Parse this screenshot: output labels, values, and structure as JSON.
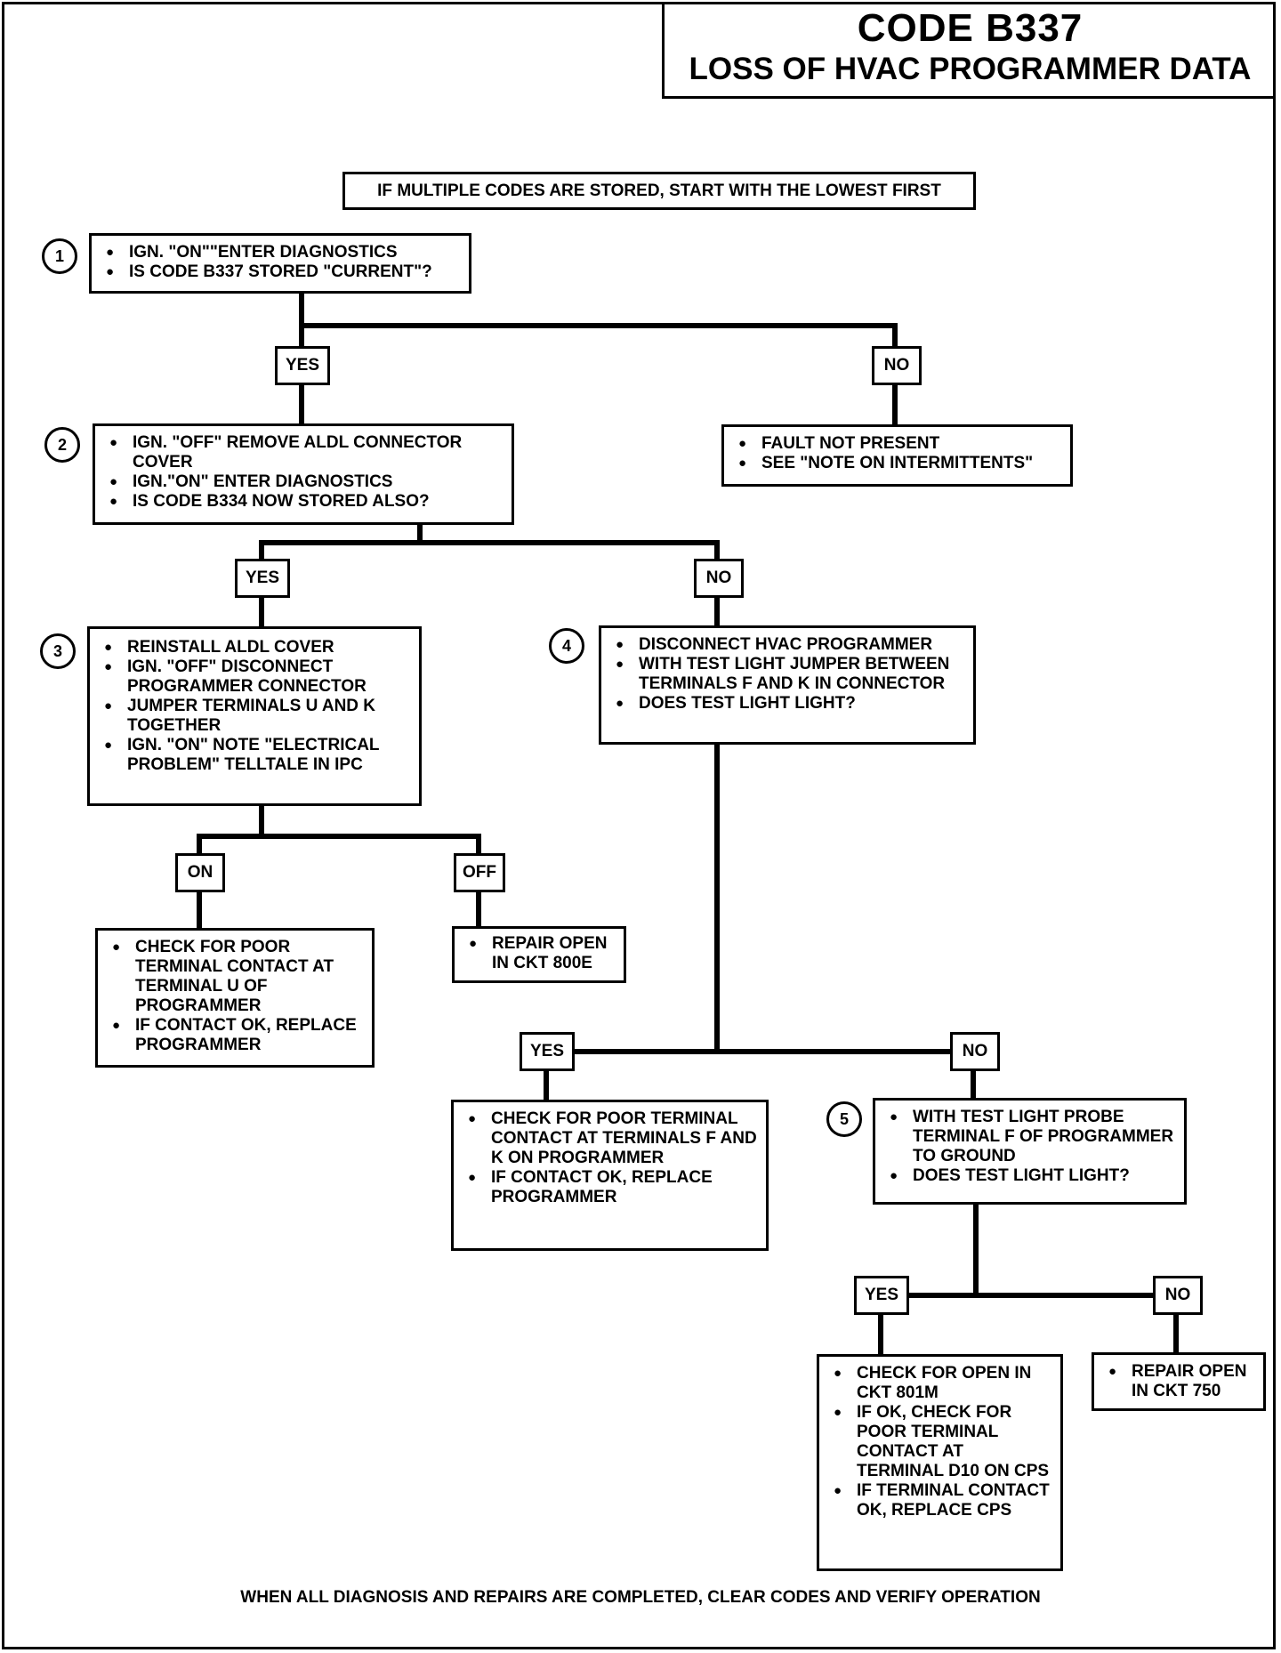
{
  "title": {
    "code": "CODE B337",
    "subtitle": "LOSS OF HVAC PROGRAMMER DATA"
  },
  "banner": "IF MULTIPLE CODES ARE STORED, START WITH THE LOWEST FIRST",
  "steps": {
    "s1": {
      "num": "1",
      "items": [
        "IGN. \"ON\"\"ENTER DIAGNOSTICS",
        "IS CODE B337 STORED \"CURRENT\"?"
      ]
    },
    "s2": {
      "num": "2",
      "items": [
        "IGN. \"OFF\" REMOVE ALDL CONNECTOR COVER",
        "IGN.\"ON\" ENTER DIAGNOSTICS",
        "IS CODE B334 NOW STORED ALSO?"
      ]
    },
    "s3": {
      "num": "3",
      "items": [
        "REINSTALL ALDL COVER",
        "IGN. \"OFF\" DISCONNECT PROGRAMMER CONNECTOR",
        "JUMPER TERMINALS U AND K TOGETHER",
        "IGN. \"ON\" NOTE \"ELECTRICAL PROBLEM\" TELLTALE IN IPC"
      ]
    },
    "s4": {
      "num": "4",
      "items": [
        "DISCONNECT HVAC PROGRAMMER",
        "WITH TEST LIGHT JUMPER BETWEEN TERMINALS F AND K IN CONNECTOR",
        "DOES TEST LIGHT LIGHT?"
      ]
    },
    "s5": {
      "num": "5",
      "items": [
        "WITH TEST LIGHT PROBE TERMINAL F OF PROGRAMMER TO GROUND",
        "DOES TEST LIGHT LIGHT?"
      ]
    }
  },
  "results": {
    "fault_not_present": [
      "FAULT NOT PRESENT",
      "SEE \"NOTE ON INTERMITTENTS\""
    ],
    "check_u": [
      "CHECK FOR POOR TERMINAL CONTACT AT TERMINAL U OF PROGRAMMER",
      "IF CONTACT OK, REPLACE PROGRAMMER"
    ],
    "repair_800e": [
      "REPAIR OPEN IN CKT 800E"
    ],
    "check_fk": [
      "CHECK FOR POOR TERMINAL CONTACT AT TERMINALS F AND K ON PROGRAMMER",
      "IF CONTACT OK, REPLACE PROGRAMMER"
    ],
    "check_801m": [
      "CHECK FOR OPEN IN CKT 801M",
      "IF OK, CHECK FOR POOR TERMINAL CONTACT AT TERMINAL D10 ON CPS",
      "IF TERMINAL CONTACT OK, REPLACE CPS"
    ],
    "repair_750": [
      "REPAIR OPEN IN CKT 750"
    ]
  },
  "labels": {
    "s1_yes": "YES",
    "s1_no": "NO",
    "s2_yes": "YES",
    "s2_no": "NO",
    "s3_on": "ON",
    "s3_off": "OFF",
    "s4_yes": "YES",
    "s4_no": "NO",
    "s5_yes": "YES",
    "s5_no": "NO"
  },
  "footer": "WHEN ALL DIAGNOSIS AND REPAIRS ARE COMPLETED, CLEAR CODES AND VERIFY OPERATION"
}
